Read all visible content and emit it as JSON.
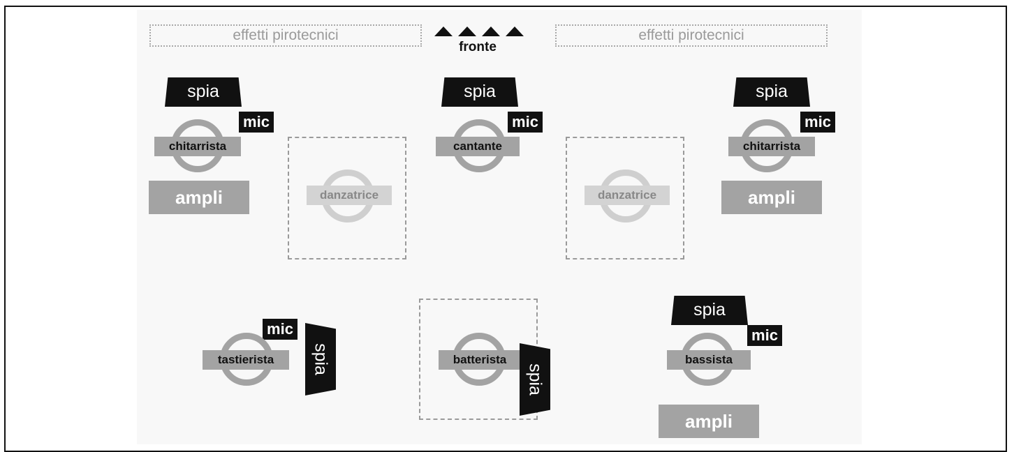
{
  "pyro": {
    "left": "effetti pirotecnici",
    "right": "effetti pirotecnici"
  },
  "front": {
    "label": "fronte"
  },
  "monitor_label": "spia",
  "mic_label": "mic",
  "amp_label": "ampli",
  "performers": {
    "guitar_left": "chitarrista",
    "dancer_left": "danzatrice",
    "singer": "cantante",
    "dancer_right": "danzatrice",
    "guitar_right": "chitarrista",
    "keyboard": "tastierista",
    "drums": "batterista",
    "bass": "bassista"
  }
}
